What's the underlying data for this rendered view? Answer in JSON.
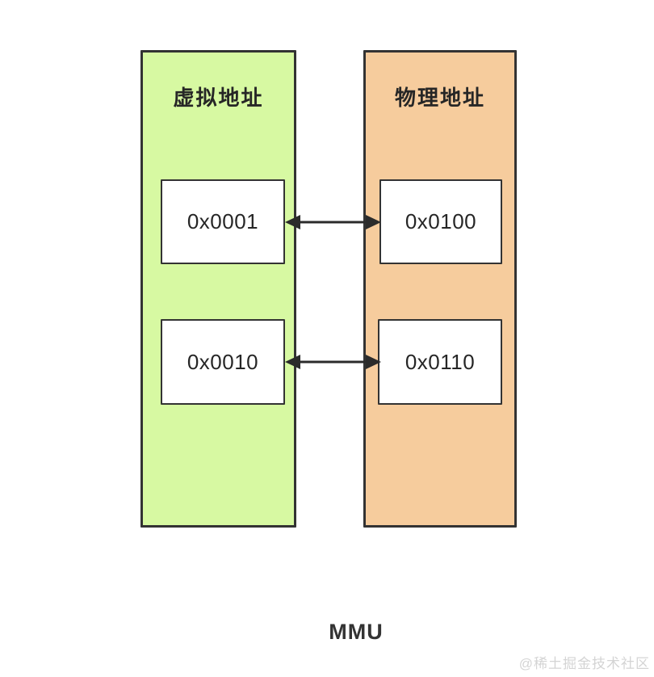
{
  "diagram": {
    "columns": [
      {
        "title": "虚拟地址",
        "fill": "#d7f9a2",
        "entries": [
          "0x0001",
          "0x0010"
        ]
      },
      {
        "title": "物理地址",
        "fill": "#f6cc9d",
        "entries": [
          "0x0100",
          "0x0110"
        ]
      }
    ],
    "mappings": [
      {
        "from": "0x0001",
        "to": "0x0100",
        "bidirectional": true
      },
      {
        "from": "0x0010",
        "to": "0x0110",
        "bidirectional": true
      }
    ],
    "caption": "MMU",
    "watermark": "@稀土掘金技术社区",
    "colors": {
      "virtual_fill": "#d7f9a2",
      "physical_fill": "#f6cc9d",
      "stroke": "#333333",
      "text": "#262626",
      "arrow": "#2b2b2b",
      "watermark": "#d4d4d4"
    }
  }
}
